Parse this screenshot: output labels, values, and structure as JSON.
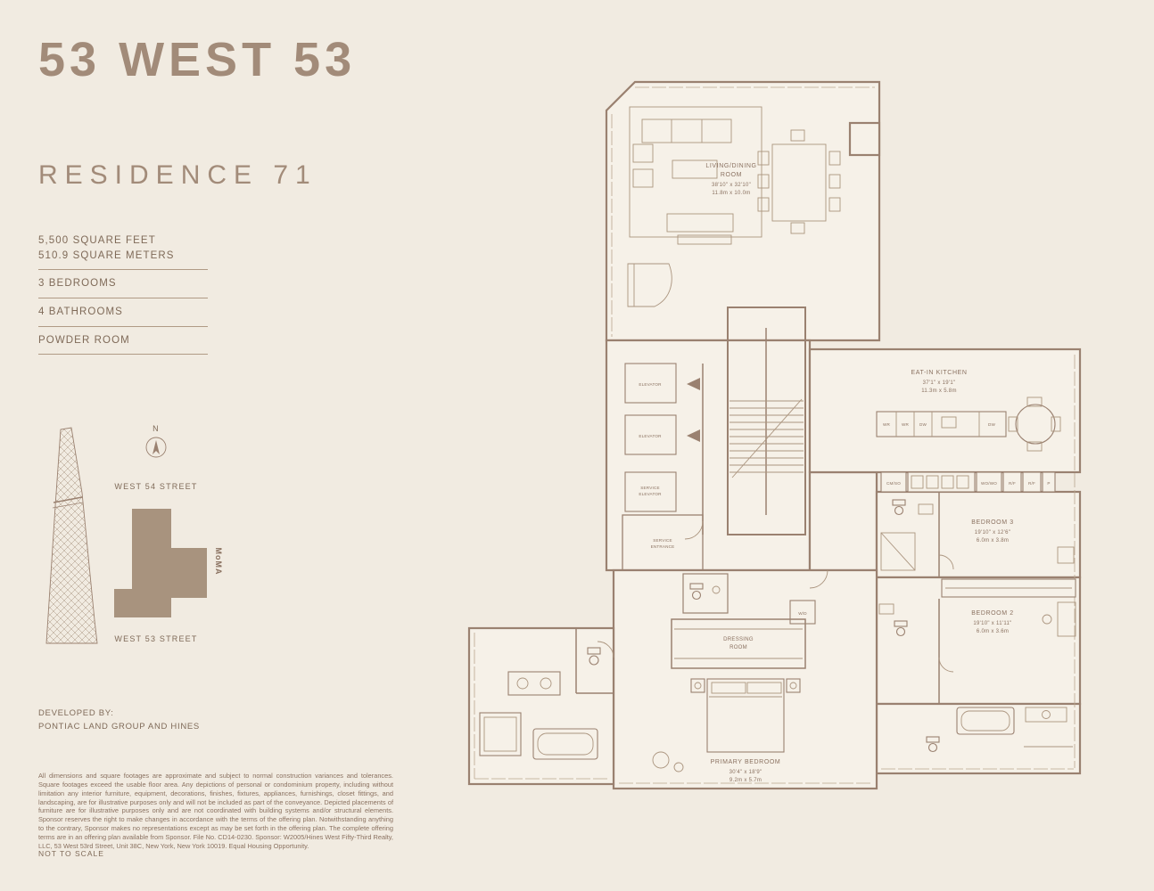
{
  "meta": {
    "building": "53 WEST 53",
    "residence": "RESIDENCE 71"
  },
  "specs": {
    "area_ft": "5,500 SQUARE FEET",
    "area_m": "510.9 SQUARE METERS",
    "items": [
      "3 BEDROOMS",
      "4 BATHROOMS",
      "POWDER ROOM"
    ]
  },
  "site": {
    "north": "N",
    "street_top": "WEST 54 STREET",
    "street_bottom": "WEST 53 STREET",
    "landmark": "MoMA"
  },
  "developer": {
    "label": "DEVELOPED BY:",
    "name": "PONTIAC LAND GROUP AND HINES"
  },
  "legal": {
    "disclaimer": "All dimensions and square footages are approximate and subject to normal construction variances and tolerances. Square footages exceed the usable floor area. Any depictions of personal or condominium property, including without limitation any interior furniture, equipment, decorations, finishes, fixtures, appliances, furnishings, closet fittings, and landscaping, are for illustrative purposes only and will not be included as part of the conveyance. Depicted placements of furniture are for illustrative purposes only and are not coordinated with building systems and/or structural elements. Sponsor reserves the right to make changes in accordance with the terms of the offering plan. Notwithstanding anything to the contrary, Sponsor makes no representations except as may be set forth in the offering plan. The complete offering terms are in an offering plan available from Sponsor. File No. CD14-0230. Sponsor: W2005/Hines West Fifty-Third Realty, LLC, 53 West 53rd Street, Unit 38C, New York, New York 10019. Equal Housing Opportunity.",
    "not_to_scale": "NOT TO SCALE"
  },
  "plan": {
    "living": {
      "l1": "LIVING/DINING",
      "l2": "ROOM",
      "ft": "38'10\" x 32'10\"",
      "m": "11.8m x 10.0m"
    },
    "kitchen": {
      "l1": "EAT-IN KITCHEN",
      "ft": "37'1\" x 19'1\"",
      "m": "11.3m x 5.8m"
    },
    "bedroom3": {
      "l1": "BEDROOM 3",
      "ft": "19'10\" x 12'6\"",
      "m": "6.0m x 3.8m"
    },
    "bedroom2": {
      "l1": "BEDROOM 2",
      "ft": "19'10\" x 11'11\"",
      "m": "6.0m x 3.6m"
    },
    "primary": {
      "l1": "PRIMARY BEDROOM",
      "ft": "30'4\" x 18'9\"",
      "m": "9.2m x 5.7m"
    },
    "dressing": {
      "l1": "DRESSING",
      "l2": "ROOM"
    },
    "elevator": "ELEVATOR",
    "service_elevator": {
      "l1": "SERVICE",
      "l2": "ELEVATOR"
    },
    "service_entrance": {
      "l1": "SERVICE",
      "l2": "ENTRANCE"
    },
    "wd": "W/D",
    "island": [
      "WR",
      "WR",
      "DW",
      "DW"
    ],
    "appliances": [
      "CM/SO",
      "WO/WO",
      "R/F",
      "R/F",
      "P"
    ]
  },
  "colors": {
    "background": "#f1ebe1",
    "line": "#9a8170",
    "text": "#8a7160",
    "brand": "#a28b79",
    "site_fill": "#a8937e"
  }
}
